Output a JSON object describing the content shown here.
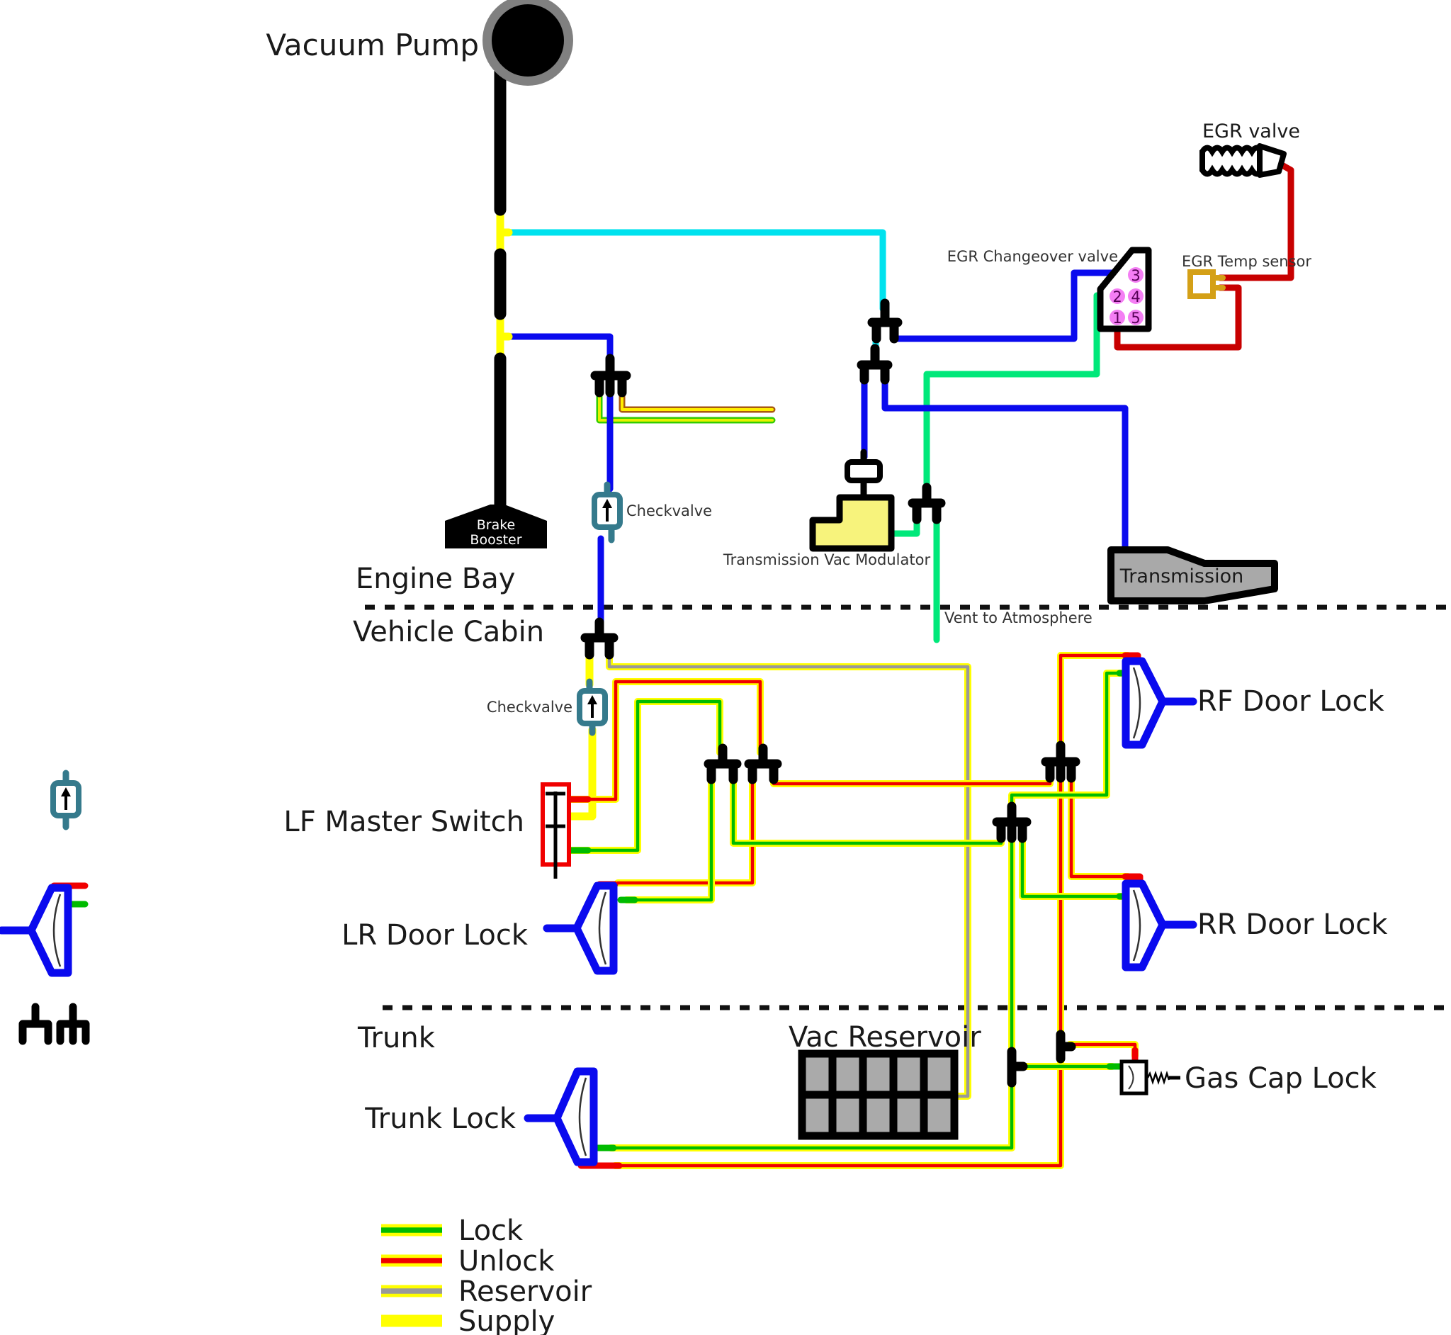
{
  "labels": {
    "vacuum_pump": "Vacuum Pump",
    "brake_booster_1": "Brake",
    "brake_booster_2": "Booster",
    "checkvalve_top": "Checkvalve",
    "checkvalve_cabin": "Checkvalve",
    "engine_bay": "Engine Bay",
    "vehicle_cabin": "Vehicle Cabin",
    "vent": "Vent to Atmosphere",
    "trans_vac_modulator": "Transmission Vac Modulator",
    "transmission": "Transmission",
    "egr_valve": "EGR valve",
    "egr_changeover": "EGR Changeover valve",
    "egr_temp_sensor": "EGR Temp sensor",
    "lf_master_switch": "LF Master Switch",
    "lr_door_lock": "LR Door Lock",
    "rf_door_lock": "RF Door Lock",
    "rr_door_lock": "RR Door Lock",
    "trunk": "Trunk",
    "trunk_lock": "Trunk Lock",
    "vac_reservoir": "Vac Reservoir",
    "gas_cap_lock": "Gas Cap Lock"
  },
  "ports": {
    "p1": "1",
    "p2": "2",
    "p3": "3",
    "p4": "4",
    "p5": "5"
  },
  "legend": {
    "items": [
      {
        "label": "Lock",
        "color": "#00bb00"
      },
      {
        "label": "Unlock",
        "color": "#f00000"
      },
      {
        "label": "Reservoir",
        "color": "#999999"
      },
      {
        "label": "Supply",
        "color": "#ffff00"
      }
    ]
  },
  "colors": {
    "supply": "#ffff00",
    "lock": "#00bb00",
    "unlock": "#f00000",
    "reservoir": "#999999",
    "hose_blue": "#0a0aee",
    "hose_cyan": "#00e2ee",
    "egr_green": "#00e87a",
    "egr_red": "#c80000",
    "checkvalve_teal": "#357a8c",
    "port_circle": "#f47ef4",
    "temp_sensor_gold": "#d4a017"
  }
}
